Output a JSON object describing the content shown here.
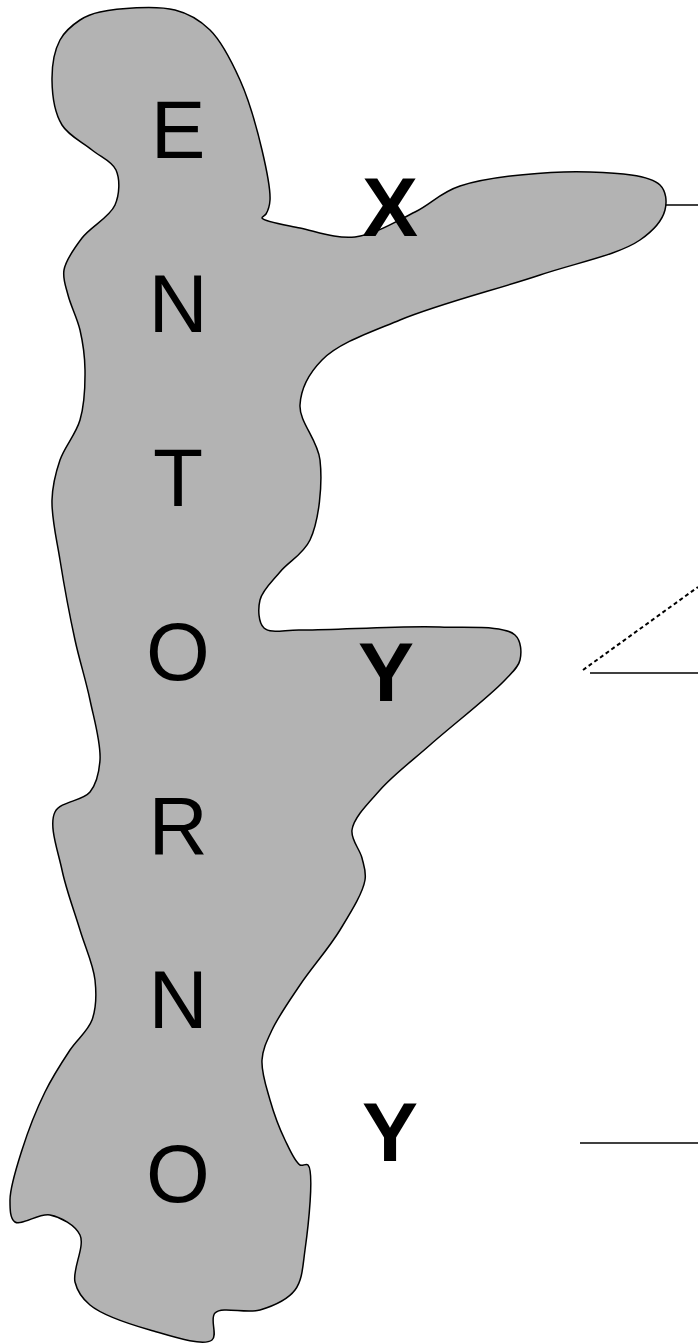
{
  "diagram": {
    "nodes": [
      {
        "text": [
          "ENTORNO"
        ]
      }
    ],
    "labels": [
      "X",
      "Y",
      "Y"
    ]
  }
}
